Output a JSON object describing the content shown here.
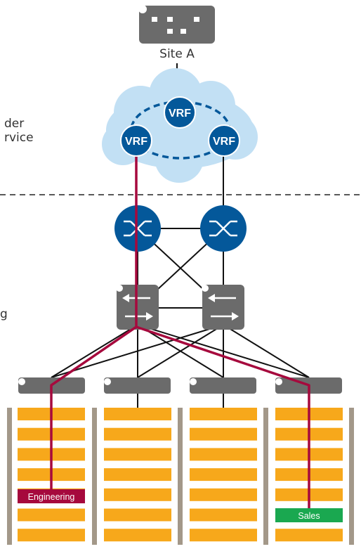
{
  "site": {
    "label": "Site A"
  },
  "left_labels": [
    {
      "id": "upper-1",
      "text": "der"
    },
    {
      "id": "upper-2",
      "text": "rvice"
    },
    {
      "id": "lower-1",
      "text": "g"
    }
  ],
  "vrf_nodes": [
    "VRF",
    "VRF",
    "VRF"
  ],
  "segments": [
    {
      "name": "Engineering",
      "color": "#a6093d"
    },
    {
      "name": "Sales",
      "color": "#1aa850"
    }
  ],
  "colors": {
    "router": "#04589a",
    "switch": "#6b6b6b",
    "cloud": "#c2e0f4",
    "server": "#f7a81b",
    "rack_post": "#a39889",
    "path": "#a6093d"
  },
  "icons": [
    "site-router-icon",
    "core-router-icon",
    "distribution-switch-icon",
    "access-switch-icon"
  ]
}
